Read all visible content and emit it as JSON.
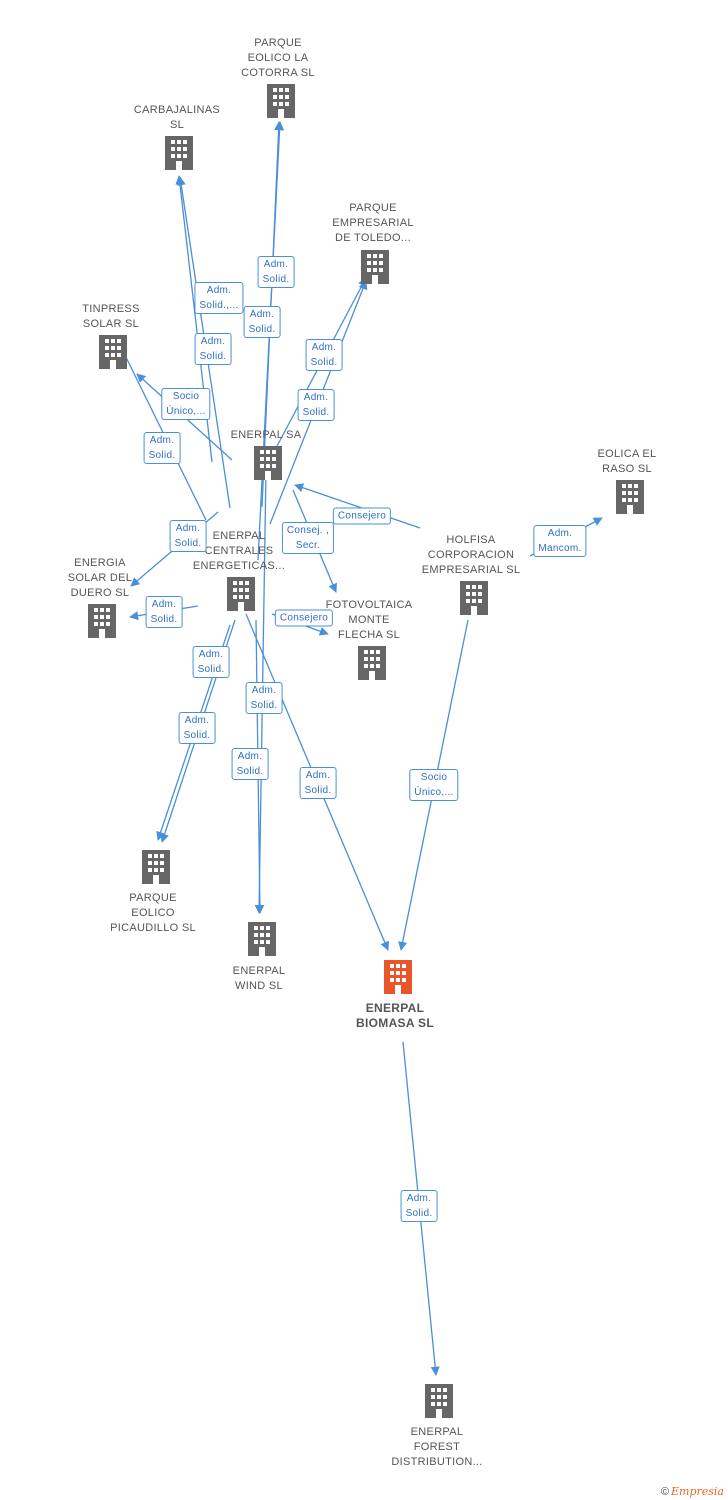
{
  "colors": {
    "edge": "#4a8fd9",
    "node": "#666666",
    "focus": "#e8562a"
  },
  "nodes": [
    {
      "id": "cotorra",
      "label": "PARQUE\nEOLICO LA\nCOTORRA SL"
    },
    {
      "id": "carbajalinas",
      "label": "CARBAJALINAS\nSL"
    },
    {
      "id": "toledo",
      "label": "PARQUE\nEMPRESARIAL\nDE TOLEDO..."
    },
    {
      "id": "tinpress",
      "label": "TINPRESS\nSOLAR SL"
    },
    {
      "id": "enerpalsa",
      "label": "ENERPAL SA"
    },
    {
      "id": "raso",
      "label": "EOLICA EL\nRASO SL"
    },
    {
      "id": "centrales",
      "label": "ENERPAL\nCENTRALES\nENERGETICAS..."
    },
    {
      "id": "holfisa",
      "label": "HOLFISA\nCORPORACION\nEMPRESARIAL SL"
    },
    {
      "id": "duero",
      "label": "ENERGIA\nSOLAR DEL\nDUERO SL"
    },
    {
      "id": "monte",
      "label": "FOTOVOLTAICA\nMONTE\nFLECHA SL"
    },
    {
      "id": "picaudillo",
      "label": "PARQUE\nEOLICO\nPICAUDILLO SL"
    },
    {
      "id": "wind",
      "label": "ENERPAL\nWIND  SL"
    },
    {
      "id": "biomasa",
      "label": "ENERPAL\nBIOMASA  SL",
      "focus": true
    },
    {
      "id": "forest",
      "label": "ENERPAL\nFOREST\nDISTRIBUTION..."
    }
  ],
  "edge_labels": [
    "Adm.\nSolid.",
    "Adm.\nSolid.,...",
    "Adm.\nSolid.",
    "Adm.\nSolid.",
    "Adm.\nSolid.",
    "Adm.\nSolid.",
    "Socio\nÚnico,...",
    "Adm.\nSolid.",
    "Consejero",
    "Consej. ,\nSecr.",
    "Adm.\nMancom.",
    "Adm.\nSolid.",
    "Adm.\nSolid.",
    "Consejero",
    "Adm.\nSolid.",
    "Adm.\nSolid.",
    "Adm.\nSolid.",
    "Adm.\nSolid.",
    "Adm.\nSolid.",
    "Socio\nÚnico,...",
    "Adm.\nSolid."
  ],
  "footer": {
    "copyright": "©",
    "brand": "Empresia"
  }
}
